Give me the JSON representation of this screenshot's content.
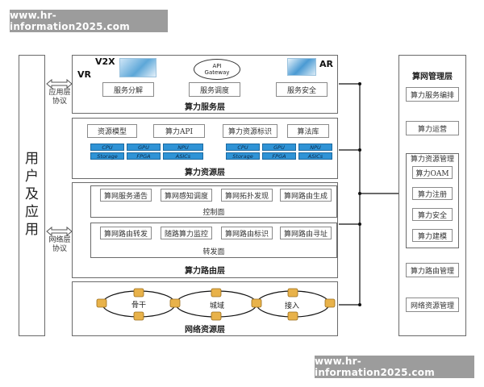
{
  "watermark": {
    "text": "www.hr-information2025.com"
  },
  "left": {
    "chars": [
      "用",
      "户",
      "及",
      "应",
      "用"
    ],
    "protocol_top": [
      "应用层",
      "协议"
    ],
    "protocol_bottom": [
      "网络层",
      "协议"
    ]
  },
  "service_layer": {
    "title": "算力服务层",
    "v2x": "V2X",
    "vr": "VR",
    "ar": "AR",
    "gateway": [
      "API",
      "Gateway"
    ],
    "items": [
      "服务分解",
      "服务调度",
      "服务安全"
    ]
  },
  "resource_layer": {
    "title": "算力资源层",
    "items": [
      "资源模型",
      "算力API",
      "算力资源标识",
      "算法库"
    ],
    "chips": [
      "CPU",
      "GPU",
      "NPU",
      "Storage",
      "FPGA",
      "ASICs"
    ]
  },
  "routing_layer": {
    "title": "算力路由层",
    "control": {
      "title": "控制面",
      "items": [
        "算网服务通告",
        "算网感知调度",
        "算网拓扑发现",
        "算网路由生成"
      ]
    },
    "forward": {
      "title": "转发面",
      "items": [
        "算网路由转发",
        "随路算力监控",
        "算网路由标识",
        "算网路由寻址"
      ]
    }
  },
  "network_layer": {
    "title": "网络资源层",
    "nodes": [
      "骨干",
      "城域",
      "接入"
    ]
  },
  "management": {
    "title": "算网管理层",
    "items": [
      "算力服务编排",
      "算力运营"
    ],
    "resource_mgmt": {
      "title": "算力资源管理",
      "items": [
        "算力OAM",
        "算力注册",
        "算力安全",
        "算力建模"
      ]
    },
    "items_bottom": [
      "算力路由管理",
      "网络资源管理"
    ]
  },
  "colors": {
    "chip": "#2f93d6",
    "node": "#e8b24a",
    "arrow": "#5aa6dc",
    "watermark": "#9c9c9c"
  }
}
